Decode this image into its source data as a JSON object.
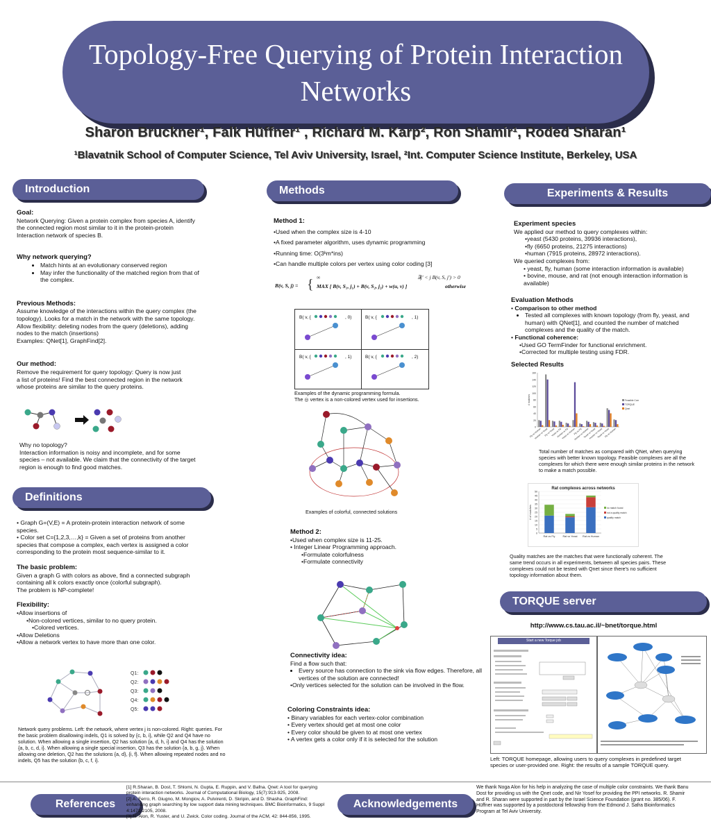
{
  "title": "Topology-Free Querying of Protein Interaction Networks",
  "authors": "Sharon Bruckner¹, Falk Hüffner¹ , Richard M. Karp², Ron Shamir¹, Roded Sharan¹",
  "affiliations": "¹Blavatnik School of Computer Science, Tel Aviv University, Israel, ²Int. Computer Science Institute, Berkeley,  USA",
  "intro": {
    "header": "Introduction",
    "goal_h": "Goal:",
    "goal": "Network Querying: Given a protein complex from species A, identify the connected region most similar to it in the protein-protein  Interaction network of species B.",
    "why_h": "Why network querying?",
    "why1": "Match hints at an evolutionary conserved region",
    "why2": "May infer the functionality of the matched region from that of the complex.",
    "prev_h": "Previous Methods:",
    "prev": "Assume knowledge of the interactions within the query complex (the topology).  Looks for a match in the network with the same topology. Allow flexibility: deleting nodes from the query (deletions), adding nodes to the match (insertions)",
    "prev_ex": "Examples: QNet[1], GraphFind[2].",
    "our_h": "Our method:",
    "our": "Remove the requirement for query topology: Query is now just a list of proteins! Find the best connected region in the network whose proteins are similar to the query proteins.",
    "nt_h": "Why no topology?",
    "nt": "Interaction information is noisy and incomplete, and for some species – not available. We claim that the connectivity of the target region is enough to find good matches."
  },
  "defs": {
    "header": "Definitions",
    "d1": "Graph G=(V,E) = A protein-protein interaction network of some species.",
    "d2": "Color set C={1,2,3,…,k} = Given a set of proteins from another species that compose a complex, each vertex is assigned a color corresponding to the protein most sequence-similar to it.",
    "basic_h": "The basic problem:",
    "basic": "Given a graph G with colors as above, find a connected subgraph containing all k colors exactly once (colorful subgraph).",
    "npc": "The problem is NP-complete!",
    "flex_h": "Flexibility:",
    "f1": "•Allow insertions of",
    "f2": "•Non-colored vertices, similar to no query protein.",
    "f3": "•Colored vertices.",
    "f4": "•Allow Deletions",
    "f5": "•Allow a network vertex to have more than one color.",
    "q_labels": [
      "Q1:",
      "Q2:",
      "Q3:",
      "Q4:",
      "Q5:"
    ],
    "caption": "Network query problems. Left: the network, where vertex j is non-colored. Right: queries. For the basic problem disallowing indels, Q1 is solved by {c, b, i}, while Q2 and Q4 have no solution. When allowing a single insertion, Q2 has solution {a, d, h, i} and Q4 has the solution {a, b, c, d, i}. When allowing a single special insertion, Q3 has the solution {a, b, g, j}. When allowing one deletion, Q2 has the solutions {a, d}, {i, f}. When allowing repeated nodes and no indels, Q5 has the solution {b, c, f, i}."
  },
  "methods": {
    "header": "Methods",
    "m1_h": "Method 1:",
    "m1_1": "•Used when the complex size is 4-10",
    "m1_2": "•A fixed parameter algorithm, uses dynamic programming",
    "m1_3": "•Running time: O(3ᵏm*ins)",
    "m1_4": "•Can handle multiple colors per vertex using color coding [3]",
    "formula_lhs": "B(v, S, j) =",
    "formula_inf": "∞",
    "formula_cond": "∃j' < j  B(v, S, j') > 0",
    "formula_max": "MAX  [ B(v, S₁, j₁) + B(v, S₂, j₂) + w(u, v) ]",
    "formula_otherwise": "otherwise",
    "dp_labels": [
      "B( v, {",
      "B( v, {",
      "B( v, {",
      "B( v, {"
    ],
    "dp_suffix": [
      ", 0)",
      ", 1)",
      ", 1)",
      ", 2)"
    ],
    "dp_caption1": "Examples of the dynamic programming formula.",
    "dp_caption2": "The ◎ vertex is a non-colored vertex used for insertions.",
    "colorful_caption": "Examples of colorful, connected solutions",
    "m2_h": "Method 2:",
    "m2_1": "•Used when complex size is 11-25.",
    "m2_2": "• Integer Linear Programming approach.",
    "m2_3": "•Formulate colorfulness",
    "m2_4": "•Formulate connectivity",
    "conn_h": "Connectivity idea:",
    "conn_1": "Find a flow such that:",
    "conn_2": "Every source has connection to the sink via flow edges. Therefore, all vertices of the solution are connected!",
    "conn_3": "•Only vertices selected for the solution can be involved in the flow.",
    "col_h": "Coloring Constraints idea:",
    "col_1": "Binary variables for each vertex-color combination",
    "col_2": "Every vertex should get at most one color",
    "col_3": "Every color should be given to at most one vertex",
    "col_4": "A vertex gets a color only if it is selected for the solution"
  },
  "results": {
    "header": "Experiments & Results",
    "es_h": "Experiment species",
    "es_1": "We applied our method to query complexes within:",
    "es_2": "•yeast (5430 proteins, 39936 interactions),",
    "es_3": "•fly (6650 proteins, 21275 interactions)",
    "es_4": "•human (7915 proteins, 28972 interactions).",
    "es_5": "We queried complexes from:",
    "es_6": "• yeast, fly, human (some interaction information is available)",
    "es_7": "• bovine, mouse, and rat (not enough interaction information is available)",
    "ev_h": "Evaluation Methods",
    "ev_1": "Comparison to other method",
    "ev_2": "Tested all complexes with known topology (from fly, yeast, and human) with QNet[1], and counted the number of matched complexes and the quality of the match.",
    "ev_3": "Functional coherence:",
    "ev_4": "•Used GO TermFinder for functional enrichment.",
    "ev_5": "•Corrected for multiple testing using FDR.",
    "sel_h": "Selected Results",
    "chart1_caption": "Total number of matches as compared with QNet, when querying species with better known topology. Feasible complexes are all the complexes for which there were enough similar proteins in the network to make a match possible.",
    "chart2_caption": "Quality matches are the matches that were functionally coherent. The same trend occurs in all experiments, between all species pairs.  These complexes could not be tested with Qnet since there's no sufficient topology information about them."
  },
  "chart_data": [
    {
      "type": "bar",
      "title": "",
      "ylabel": "# matches",
      "ylim": [
        0,
        160
      ],
      "yticks": [
        0,
        20,
        40,
        60,
        80,
        100,
        120,
        140,
        160
      ],
      "categories": [
        "Fly vs Human",
        "Human vs Yeast",
        "Fly vs Yeast",
        "Yeast vs Fly",
        "Human vs Fly",
        "Yeast vs Human",
        "Fly vs Fly",
        "Human vs Human",
        "Yeast vs Yeast",
        "Human vs Yeast",
        "Yeast vs Yeast",
        "Fly vs Human"
      ],
      "series": [
        {
          "name": "Feasible Complexes",
          "color": "#8a8a8a",
          "values": [
            20,
            155,
            18,
            18,
            12,
            20,
            10,
            18,
            14,
            12,
            55,
            22
          ]
        },
        {
          "name": "TORQUE",
          "color": "#5b4a9a",
          "values": [
            18,
            140,
            16,
            15,
            10,
            132,
            8,
            15,
            12,
            10,
            50,
            20
          ]
        },
        {
          "name": "Qnet",
          "color": "#e07a1a",
          "values": [
            5,
            20,
            4,
            6,
            3,
            40,
            2,
            8,
            4,
            3,
            40,
            8
          ]
        }
      ]
    },
    {
      "type": "bar",
      "stacked": true,
      "title": "Rat complexes across networks",
      "ylabel": "# of matches",
      "ylim": [
        0,
        50
      ],
      "yticks": [
        0,
        5,
        10,
        15,
        20,
        25,
        30,
        35,
        40,
        45,
        50
      ],
      "categories": [
        "Rat vs Fly",
        "Rat vs Yeast",
        "Rat vs Human"
      ],
      "series": [
        {
          "name": "quality match",
          "color": "#3a6fbf",
          "values": [
            21,
            19,
            31
          ]
        },
        {
          "name": "not a quality match",
          "color": "#c9403a",
          "values": [
            0,
            1,
            12
          ]
        },
        {
          "name": "no match found",
          "color": "#76b043",
          "values": [
            13,
            3,
            2
          ]
        }
      ]
    }
  ],
  "torque": {
    "header": "TORQUE server",
    "url": "http://www.cs.tau.ac.il/~bnet/torque.html",
    "form_title": "Start a new Torque job",
    "caption": "Left: TORQUE homepage, allowing users to query complexes in predefined target species or user-provided one. Right: the results of a sample TORQUE query."
  },
  "references": {
    "header": "References",
    "r1": "[1]      R.Sharan, B. Dost, T. Shlomi, N. Gupta, E. Ruppin, and V. Bafna. Qnet: A tool for querying protein interaction networks. Journal of Computational Biology, 15(7):913-925, 2008.",
    "r2": "[2]      A. Ferro, R. Giugno, M. Mongiov, A. Pulvirenti, D. Skripin, and D. Shasha. GraphFind: enhancing graph searching by low support data mining techniques. BMC Bioinformatics, 9 Suppl 4:1471-2105, 2008.",
    "r3": "[3]      N. Alon, R. Yuster, and U. Zwick. Color coding. Journal of the ACM, 42: 844-856, 1995."
  },
  "ack": {
    "header": "Acknowledgements",
    "text": "We thank Noga Alon for his help in analyzing the case of multiple color constraints. We thank Banu Dost for providing us with the Qnet code, and Nir Yosef for providing the PPI networks. R. Shamir and R. Sharan were supported in part by the Israel Science Foundation (grant no. 385/06). F. Hüffner was supported by a postdoctoral fellowship from the Edmond J. Safra Bioinformatics Program at Tel Aviv University."
  }
}
